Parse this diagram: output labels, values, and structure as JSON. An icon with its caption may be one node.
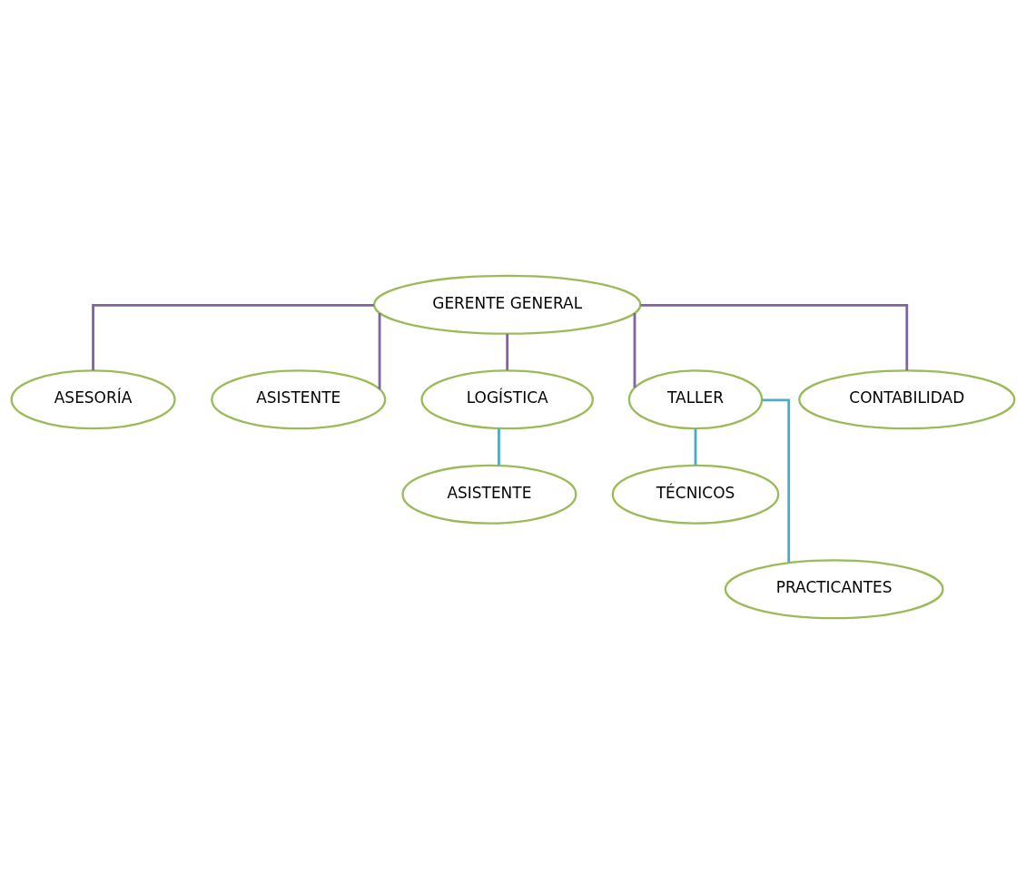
{
  "diagram": {
    "nodes": [
      {
        "text": [
          "GERENTE GENERAL"
        ]
      },
      {
        "text": [
          "ASESORÍA"
        ]
      },
      {
        "text": [
          "ASISTENTE"
        ]
      },
      {
        "text": [
          "LOGÍSTICA"
        ]
      },
      {
        "text": [
          "TALLER"
        ]
      },
      {
        "text": [
          "CONTABILIDAD"
        ]
      },
      {
        "text": [
          "ASISTENTE"
        ]
      },
      {
        "text": [
          "TÉCNICOS"
        ]
      },
      {
        "text": [
          "PRACTICANTES"
        ]
      }
    ],
    "edges": [
      {
        "from": 0,
        "to": 1,
        "arrow": "none"
      },
      {
        "from": 0,
        "to": 2,
        "arrow": "none"
      },
      {
        "from": 0,
        "to": 3,
        "arrow": "none"
      },
      {
        "from": 0,
        "to": 4,
        "arrow": "none"
      },
      {
        "from": 0,
        "to": 5,
        "arrow": "none"
      },
      {
        "from": 3,
        "to": 6,
        "arrow": "none",
        "color": "#4bacc6"
      },
      {
        "from": 4,
        "to": 7,
        "arrow": "none",
        "color": "#4bacc6"
      },
      {
        "from": 4,
        "to": 8,
        "arrow": "none",
        "color": "#4bacc6"
      }
    ]
  }
}
